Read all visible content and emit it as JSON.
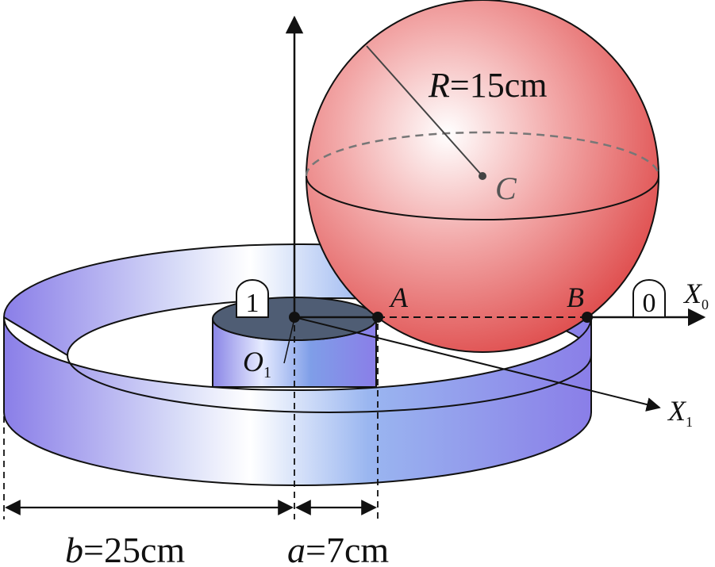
{
  "labels": {
    "radius": {
      "var": "R",
      "value": "=15cm"
    },
    "center": "C",
    "point_a": "A",
    "point_b": "B",
    "origin": {
      "main": "O",
      "sub": "1"
    },
    "axis_x0": {
      "main": "X",
      "sub": "0"
    },
    "axis_x1": {
      "main": "X",
      "sub": "1"
    },
    "dim_b": {
      "var": "b",
      "value": "=25cm"
    },
    "dim_a": {
      "var": "a",
      "value": "=7cm"
    },
    "tag_1": "1",
    "tag_0": "0"
  },
  "colors": {
    "sphere_light": "#ffffff",
    "sphere_mid": "#f2a3a3",
    "sphere_dark": "#e04646",
    "ring_violet": "#8a7ee8",
    "ring_light": "#ffffff",
    "ring_blue": "#7ea0ee",
    "hub_top": "#4f5d74",
    "line": "#111111",
    "dashed": "#6b6b6b"
  }
}
